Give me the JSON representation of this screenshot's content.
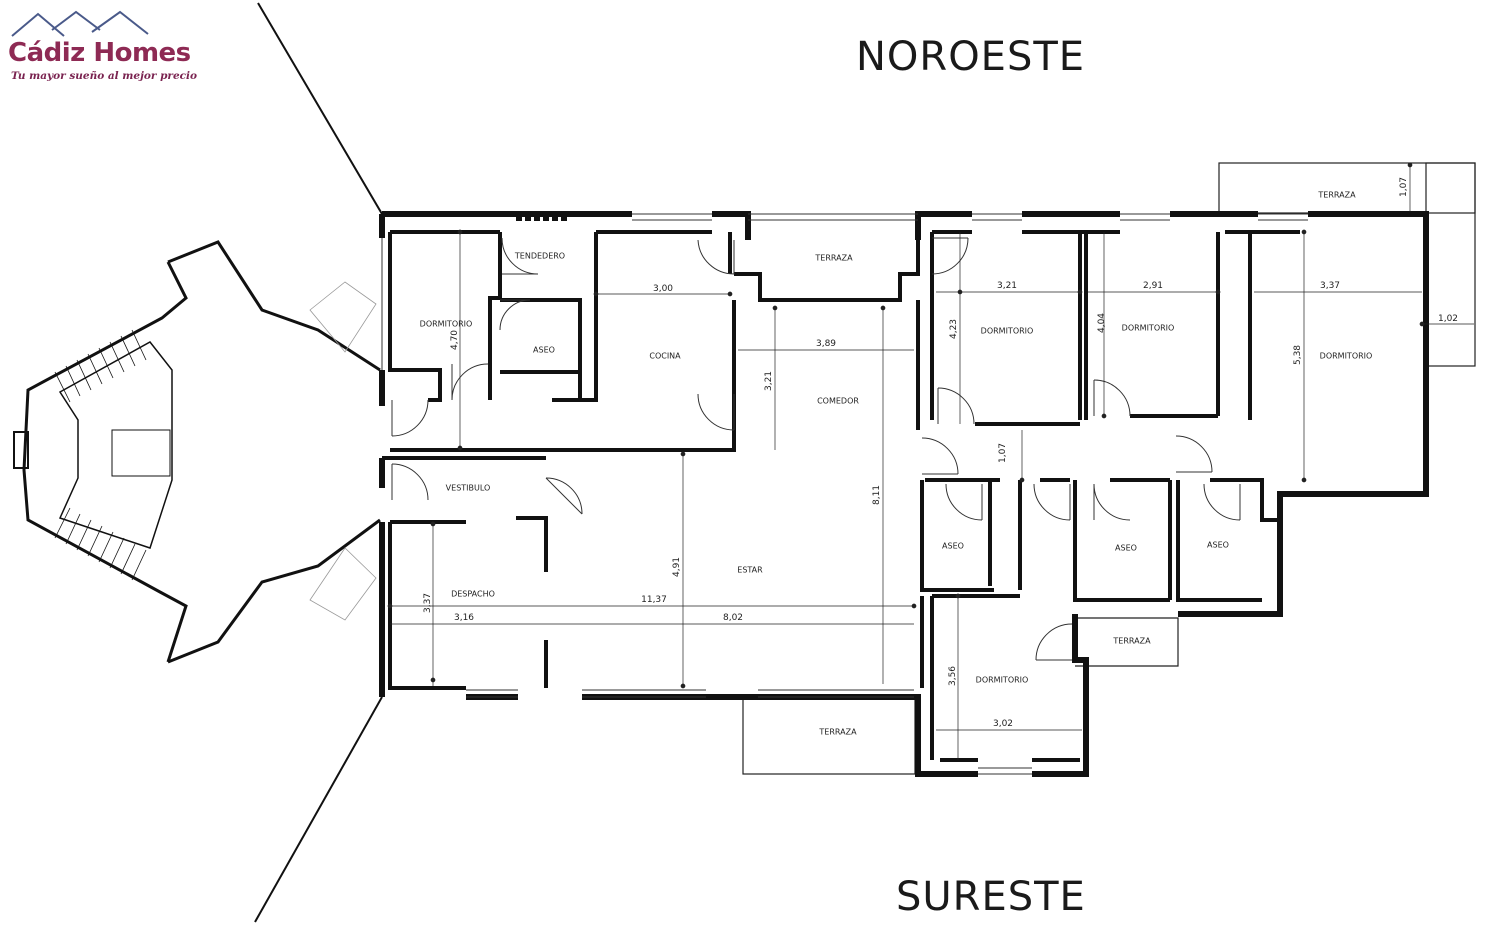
{
  "logo": {
    "brand": "Cádiz Homes",
    "tagline": "Tu mayor sueño al mejor precio",
    "color": "#8e2a54",
    "roof_color": "#4a5a8a"
  },
  "compass": {
    "north": "NOROESTE",
    "south": "SURESTE"
  },
  "rooms": [
    {
      "id": "tendedero",
      "label": "TENDEDERO"
    },
    {
      "id": "dormitorio-1",
      "label": "DORMITORIO"
    },
    {
      "id": "aseo-1",
      "label": "ASEO"
    },
    {
      "id": "cocina",
      "label": "COCINA"
    },
    {
      "id": "terraza-1",
      "label": "TERRAZA"
    },
    {
      "id": "comedor",
      "label": "COMEDOR"
    },
    {
      "id": "dormitorio-2",
      "label": "DORMITORIO"
    },
    {
      "id": "dormitorio-3",
      "label": "DORMITORIO"
    },
    {
      "id": "terraza-2",
      "label": "TERRAZA"
    },
    {
      "id": "dormitorio-4",
      "label": "DORMITORIO"
    },
    {
      "id": "vestibulo",
      "label": "VESTIBULO"
    },
    {
      "id": "despacho",
      "label": "DESPACHO"
    },
    {
      "id": "estar",
      "label": "ESTAR"
    },
    {
      "id": "aseo-2",
      "label": "ASEO"
    },
    {
      "id": "aseo-3",
      "label": "ASEO"
    },
    {
      "id": "aseo-4",
      "label": "ASEO"
    },
    {
      "id": "terraza-3",
      "label": "TERRAZA"
    },
    {
      "id": "dormitorio-5",
      "label": "DORMITORIO"
    },
    {
      "id": "terraza-4",
      "label": "TERRAZA"
    }
  ],
  "dimensions": [
    {
      "id": "dim-dorm1-height",
      "value": "4,70"
    },
    {
      "id": "dim-cocina-width",
      "value": "3,00"
    },
    {
      "id": "dim-comedor-width",
      "value": "3,89"
    },
    {
      "id": "dim-comedor-height",
      "value": "3,21"
    },
    {
      "id": "dim-dorm2-width",
      "value": "3,21"
    },
    {
      "id": "dim-dorm2-height",
      "value": "4,23"
    },
    {
      "id": "dim-dorm3-width",
      "value": "2,91"
    },
    {
      "id": "dim-dorm3-height",
      "value": "4,04"
    },
    {
      "id": "dim-dorm4-width",
      "value": "3,37"
    },
    {
      "id": "dim-dorm4-height",
      "value": "5,38"
    },
    {
      "id": "dim-terraza2-height",
      "value": "1,07"
    },
    {
      "id": "dim-terraza2-width",
      "value": "1,02"
    },
    {
      "id": "dim-corridor",
      "value": "1,07"
    },
    {
      "id": "dim-estar-total",
      "value": "11,37"
    },
    {
      "id": "dim-despacho-width",
      "value": "3,16"
    },
    {
      "id": "dim-estar-width",
      "value": "8,02"
    },
    {
      "id": "dim-despacho-height",
      "value": "3,37"
    },
    {
      "id": "dim-estar-height",
      "value": "4,91"
    },
    {
      "id": "dim-salon-depth",
      "value": "8,11"
    },
    {
      "id": "dim-dorm5-height",
      "value": "3,56"
    },
    {
      "id": "dim-dorm5-width",
      "value": "3,02"
    }
  ]
}
